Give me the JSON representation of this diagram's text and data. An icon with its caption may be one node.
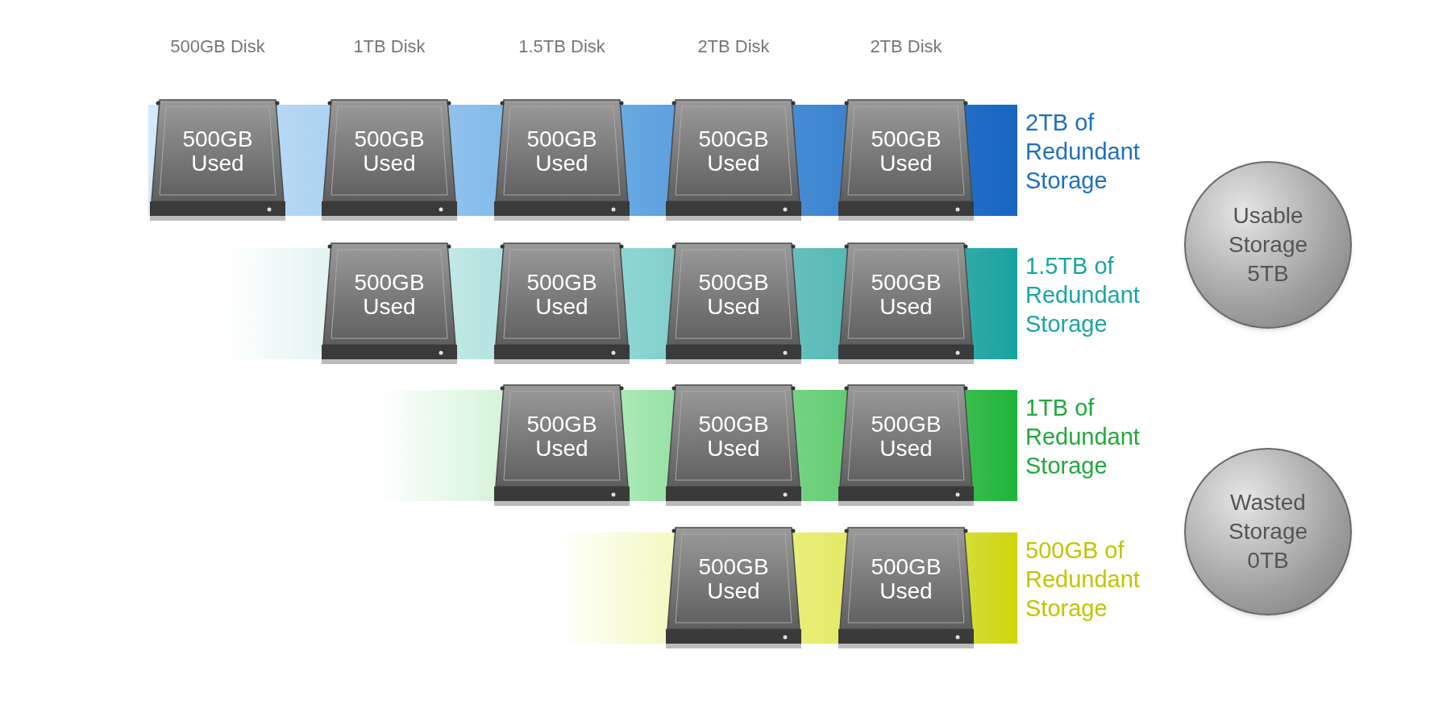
{
  "diagram": {
    "nodes": [
      {
        "text": [
          "2TB of Redundant Storage"
        ]
      },
      {
        "text": [
          "500GB Used"
        ],
        "in": 0
      },
      {
        "text": [
          "500GB Used"
        ],
        "in": 0
      },
      {
        "text": [
          "500GB Used"
        ],
        "in": 0
      },
      {
        "text": [
          "500GB Used"
        ],
        "in": 0
      },
      {
        "text": [
          "500GB Used"
        ],
        "in": 0
      },
      {
        "text": [
          "1.5TB of Redundant Storage"
        ]
      },
      {
        "text": [
          "500GB Used"
        ],
        "in": 6
      },
      {
        "text": [
          "500GB Used"
        ],
        "in": 6
      },
      {
        "text": [
          "500GB Used"
        ],
        "in": 6
      },
      {
        "text": [
          "500GB Used"
        ],
        "in": 6
      },
      {
        "text": [
          "1TB of Redundant Storage"
        ]
      },
      {
        "text": [
          "500GB Used"
        ],
        "in": 11
      },
      {
        "text": [
          "500GB Used"
        ],
        "in": 11
      },
      {
        "text": [
          "500GB Used"
        ],
        "in": 11
      },
      {
        "text": [
          "500GB of Redundant Storage"
        ]
      },
      {
        "text": [
          "500GB Used"
        ],
        "in": 15
      },
      {
        "text": [
          "500GB Used"
        ],
        "in": 15
      },
      {
        "text": [
          "Usable Storage 5TB"
        ]
      },
      {
        "text": [
          "Wasted Storage 0TB"
        ]
      }
    ],
    "labels": [
      "500GB Disk",
      "1TB Disk",
      "1.5TB Disk",
      "2TB Disk",
      "2TB Disk"
    ]
  }
}
